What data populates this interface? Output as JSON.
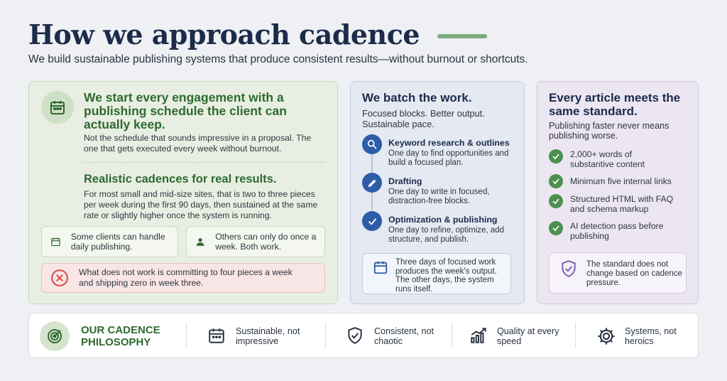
{
  "header": {
    "title": "How we approach cadence",
    "subtitle": "We build sustainable publishing systems that produce consistent results—without burnout or shortcuts."
  },
  "colors": {
    "green_accent": "#2e6a30",
    "blue_accent": "#2d5da8",
    "purple_accent": "#7a5fb0",
    "warn_red": "#d64545"
  },
  "schedule_card": {
    "icon": "calendar-icon",
    "heading": "We start every engagement with a publishing schedule the client can actually keep.",
    "body": "Not the schedule that sounds impressive in a proposal. The one that gets executed every week without burnout.",
    "sub_heading": "Realistic cadences for real results.",
    "sub_body": "For most small and mid-size sites, that is two to three pieces per week during the first 90 days, then sustained at the same rate or slightly higher once the system is running.",
    "option_daily": "Some clients can handle daily publishing.",
    "option_weekly": "Others can only do once a week. Both work.",
    "warning": "What does not work is committing to four pieces a week and shipping zero in week three."
  },
  "batch_card": {
    "heading": "We batch the work.",
    "subheading": "Focused blocks. Better output. Sustainable pace.",
    "steps": [
      {
        "icon": "search-icon",
        "title": "Keyword research & outlines",
        "body": "One day to find opportunities and build a focused plan."
      },
      {
        "icon": "pencil-icon",
        "title": "Drafting",
        "body": "One day to write in focused, distraction-free blocks."
      },
      {
        "icon": "check-icon",
        "title": "Optimization & publishing",
        "body": "One day to refine, optimize, add structure, and publish."
      }
    ],
    "note": "Three days of focused work produces the week's output. The other days, the system runs itself."
  },
  "standard_card": {
    "heading": "Every article meets the same standard.",
    "subheading": "Publishing faster never means publishing worse.",
    "items": [
      "2,000+ words of substantive content",
      "Minimum five internal links",
      "Structured HTML with FAQ and schema markup",
      "AI detection pass before publishing"
    ],
    "note": "The standard does not change based on cadence pressure."
  },
  "philosophy": {
    "title": "OUR CADENCE PHILOSOPHY",
    "pillars": [
      {
        "icon": "calendar-icon",
        "label": "Sustainable, not impressive"
      },
      {
        "icon": "shield-check-icon",
        "label": "Consistent, not chaotic"
      },
      {
        "icon": "growth-chart-icon",
        "label": "Quality at every speed"
      },
      {
        "icon": "gear-icon",
        "label": "Systems, not heroics"
      }
    ]
  }
}
